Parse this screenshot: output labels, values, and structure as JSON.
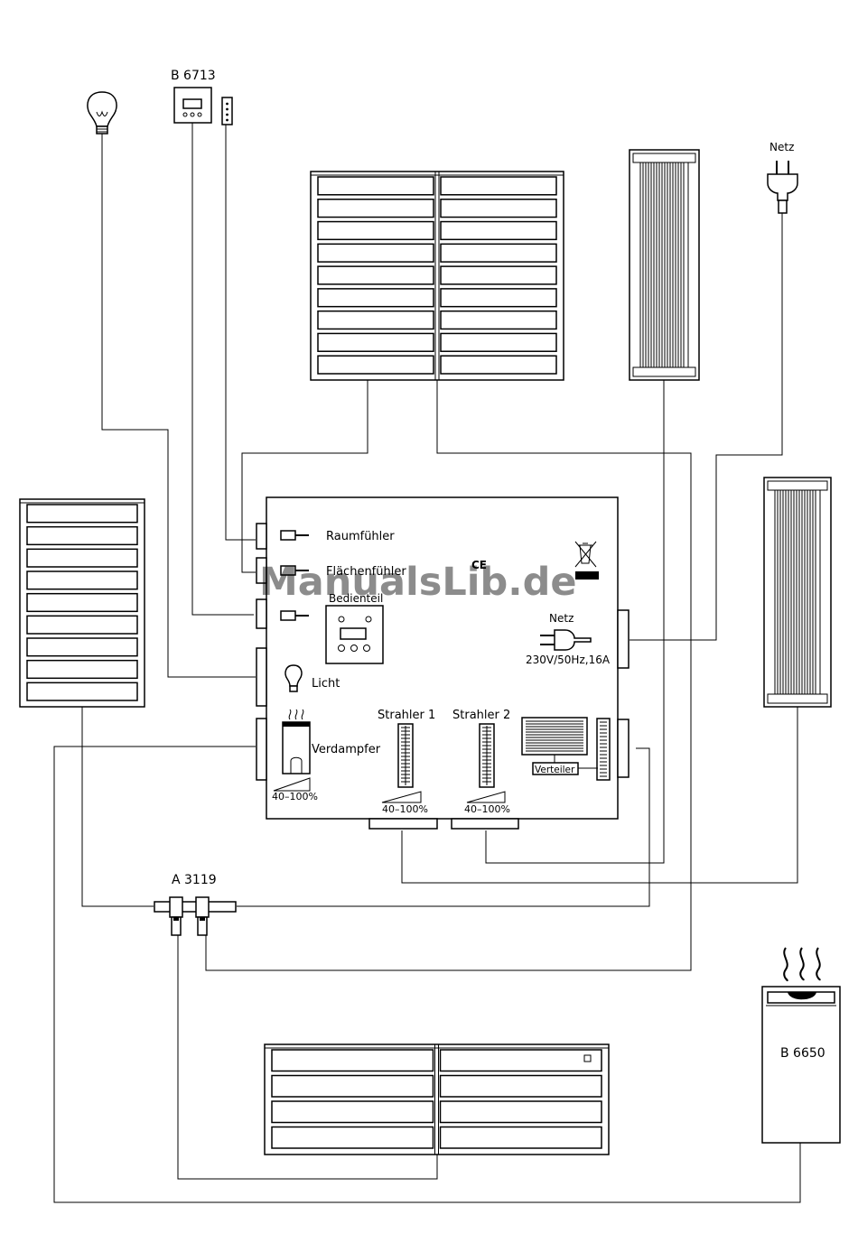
{
  "labels": {
    "control_panel_code": "B 6713",
    "mains_top": "Netz",
    "room_sensor": "Raumfühler",
    "surface_sensor": "Flächenfühler",
    "control_unit": "Bedienteil",
    "light": "Licht",
    "evaporator": "Verdampfer",
    "range_evaporator": "40–100%",
    "radiator_1": "Strahler 1",
    "radiator_2": "Strahler 2",
    "range_radiator_1": "40–100%",
    "range_radiator_2": "40–100%",
    "distributor": "Verteiler",
    "mains_inner": "Netz",
    "mains_rating": "230V/50Hz,16A",
    "junction_code": "A 3119",
    "evaporator_code": "B 6650",
    "ce_mark": "CE"
  },
  "watermark": "ManualsLib.de"
}
